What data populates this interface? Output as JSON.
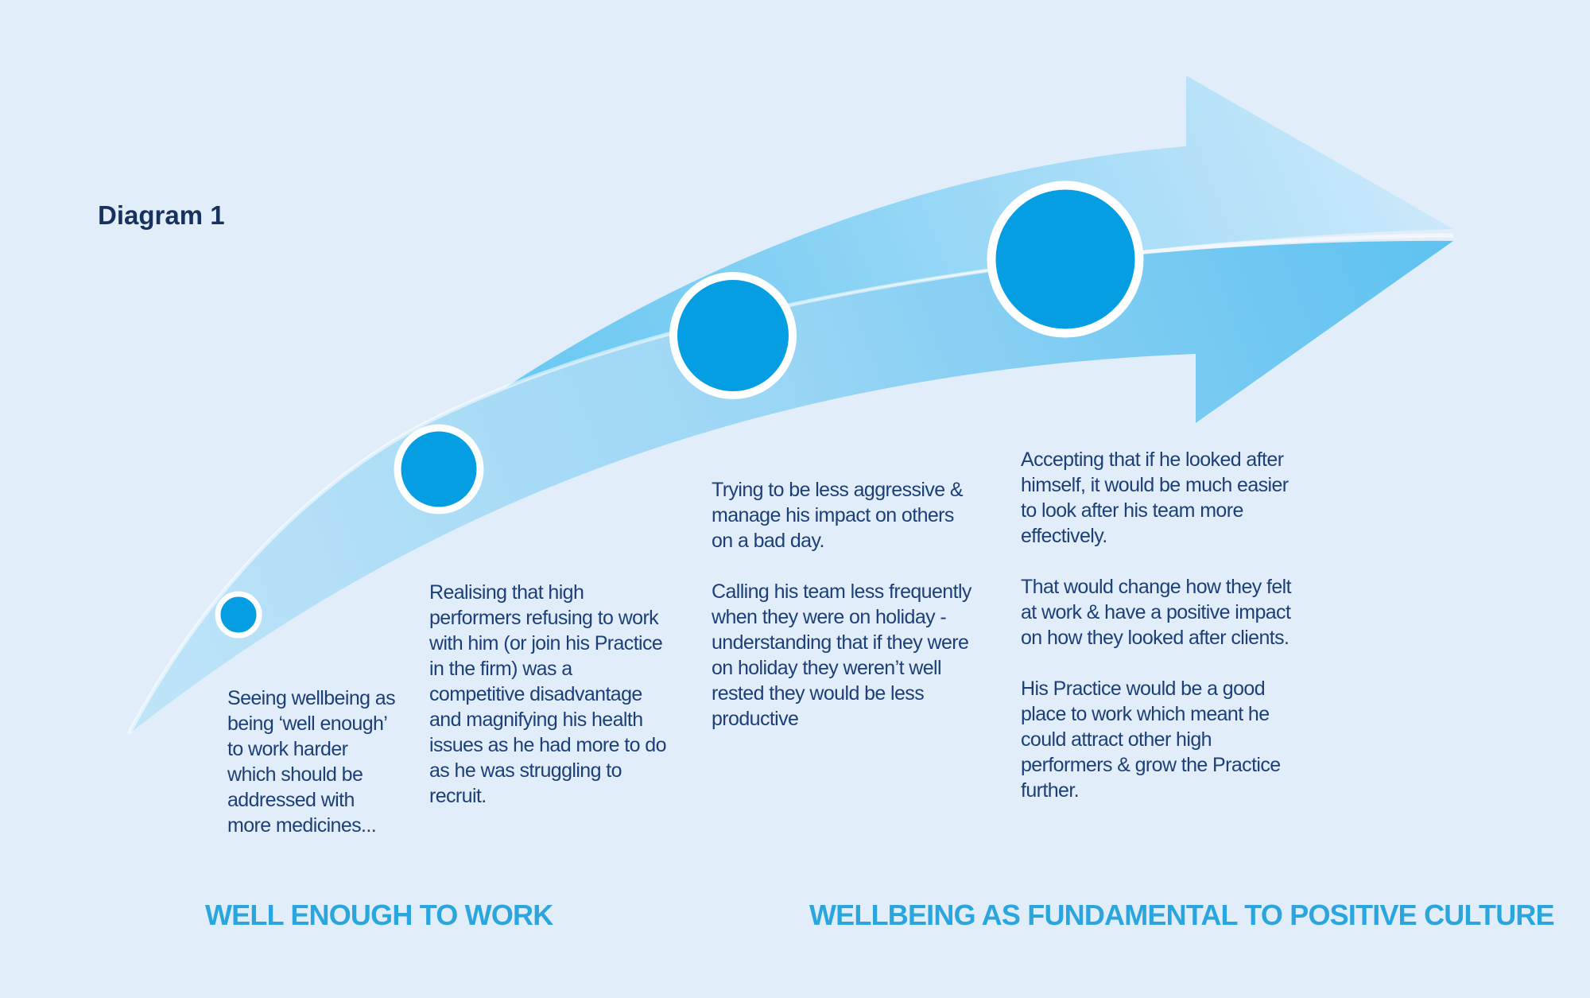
{
  "diagram": {
    "title": "Diagram 1",
    "colors": {
      "background": "#e1eef9",
      "arrow_dark": "#3fbbee",
      "arrow_light": "#bfe3f8",
      "circle_fill": "#069ee3",
      "circle_ring": "#ffffff",
      "text": "#1d3f78",
      "title": "#17325f",
      "label": "#2aa5de"
    },
    "stages": [
      {
        "paragraphs": [
          "Seeing wellbeing as\nbeing ‘well enough’\nto work harder\nwhich should be\naddressed with\nmore medicines..."
        ]
      },
      {
        "paragraphs": [
          "Realising that high\nperformers refusing to work\nwith him (or join his Practice\nin the firm) was a\ncompetitive disadvantage\nand magnifying his health\nissues as he had more to do\nas he was struggling to\nrecruit."
        ]
      },
      {
        "paragraphs": [
          "Trying to be less aggressive &\nmanage his impact on others\non a bad day.",
          "Calling his team less frequently\nwhen they were on holiday -\nunderstanding that if they were\non holiday they weren’t well\nrested they would be less\nproductive"
        ]
      },
      {
        "paragraphs": [
          "Accepting that if he looked after\nhimself, it would be much easier\nto look after his team more\neffectively.",
          "That would change how they felt\nat work & have a positive impact\non how they looked after clients.",
          "His Practice would be a good\nplace to work which meant he\ncould attract other high\nperformers & grow the Practice\nfurther."
        ]
      }
    ],
    "start_label": "WELL ENOUGH TO WORK",
    "end_label": "WELLBEING AS FUNDAMENTAL TO POSITIVE CULTURE"
  }
}
